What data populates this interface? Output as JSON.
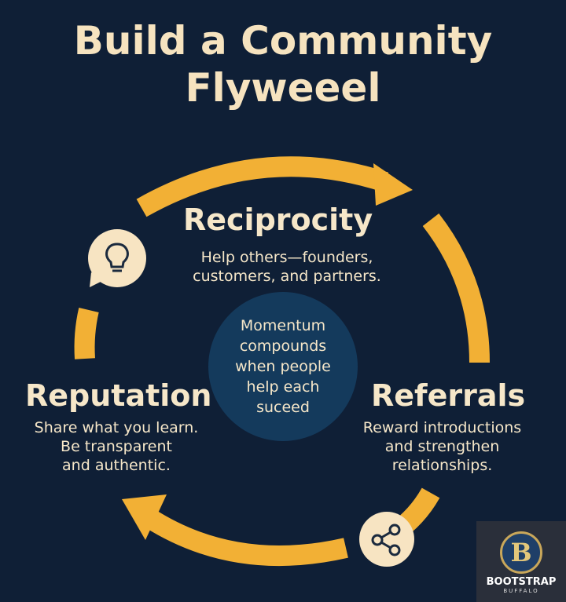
{
  "title_line1": "Build a Community",
  "title_line2": "Flyweeel",
  "center_text": "Momentum compounds when people help each suceed",
  "stages": [
    {
      "heading": "Reciprocity",
      "desc1": "Help others—founders,",
      "desc2": "customers, and partners.",
      "icon": "lightbulb-icon"
    },
    {
      "heading": "Referrals",
      "desc1": "Reward introductions",
      "desc2": "and strengthen",
      "desc3": "relationships.",
      "icon": "share-icon"
    },
    {
      "heading": "Reputation",
      "desc1": "Share what you learn.",
      "desc2": "Be transparent",
      "desc3": "and authentic."
    }
  ],
  "logo": {
    "line1": "BOOTSTRAP",
    "line2": "BUFFALO",
    "letter": "B"
  },
  "colors": {
    "background": "#0f1f36",
    "accent": "#f2b035",
    "text": "#f6e7c9",
    "center": "#143a5c"
  }
}
